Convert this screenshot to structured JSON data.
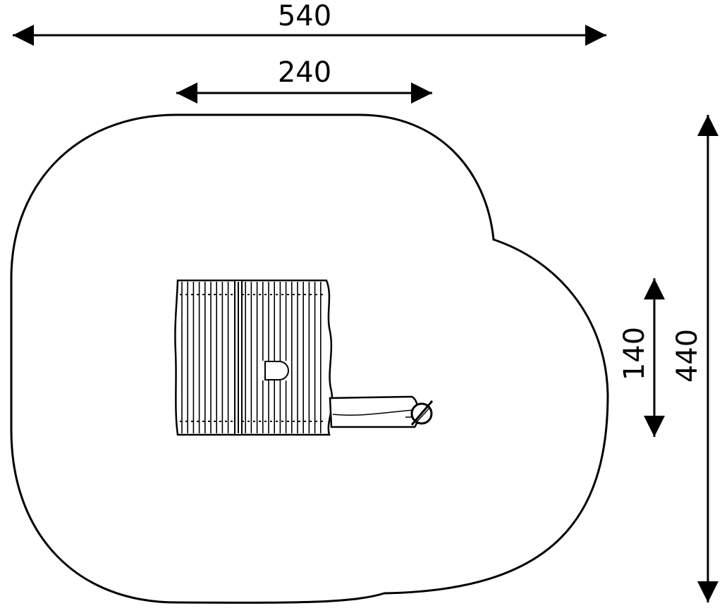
{
  "dimensions": {
    "total_width": "540",
    "inner_width": "240",
    "total_depth": "440",
    "inner_depth": "140"
  },
  "colors": {
    "line": "#000000",
    "background": "#ffffff"
  }
}
